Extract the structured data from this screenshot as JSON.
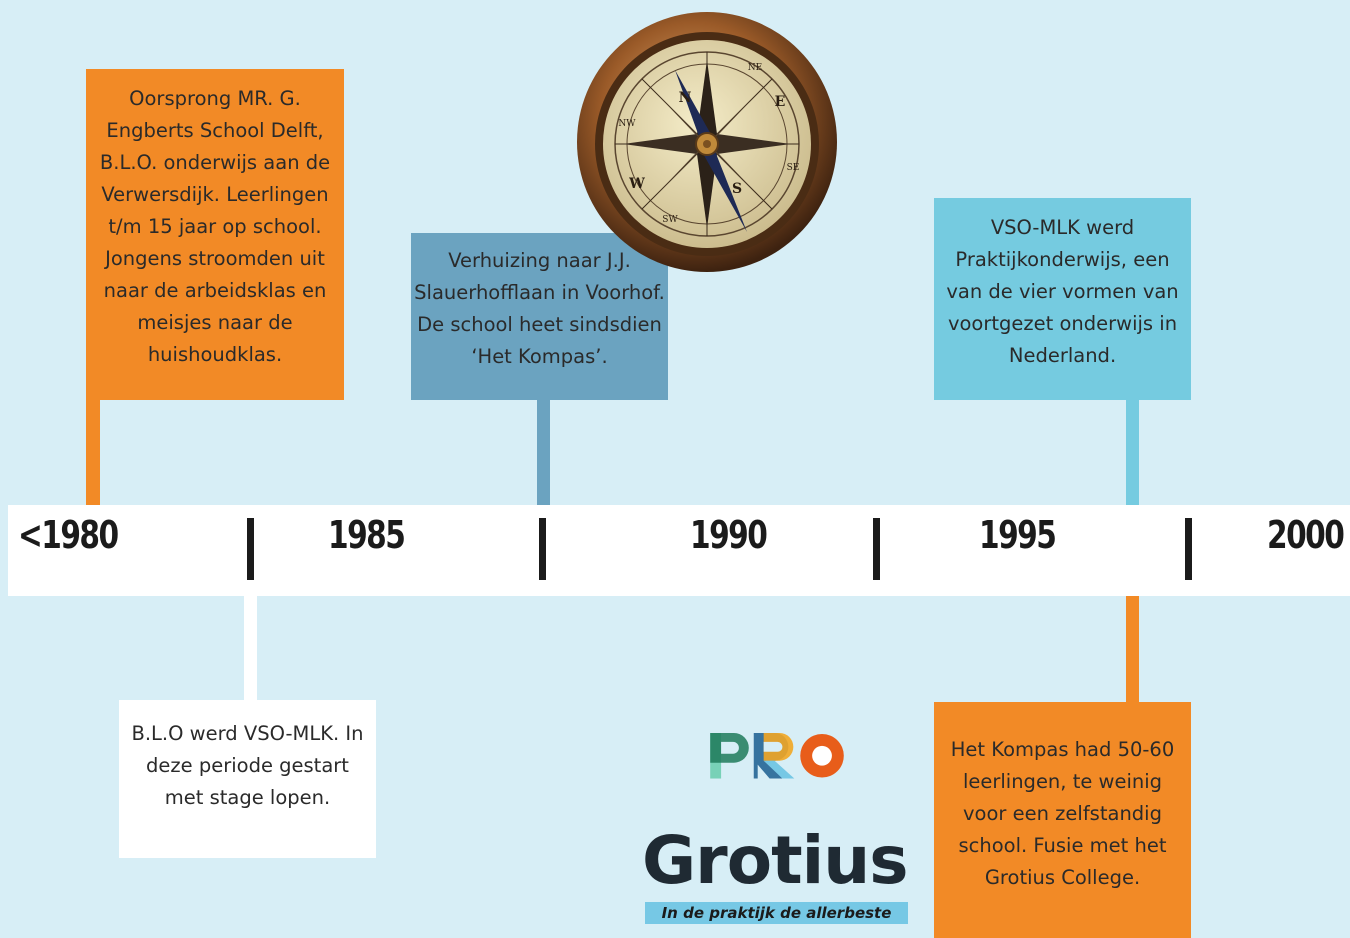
{
  "events": {
    "e1": "Oorsprong MR. G. Engberts School Delft, B.L.O. onderwijs aan de Verwersdijk. Leerlingen t/m 15 jaar op school. Jongens stroomden uit naar de arbeidsklas en meisjes naar de huishoudklas.",
    "e2": "Verhuizing naar J.J. Slauerhofflaan in Voorhof. De school heet sindsdien ‘Het Kompas’.",
    "e3": "VSO-MLK werd Praktijkonderwijs, een van de vier vormen van voortgezet onderwijs in Nederland.",
    "e4": "B.L.O werd VSO-MLK. In deze periode gestart met stage lopen.",
    "e5": "Het Kompas had 50-60 leerlingen, te weinig voor een zelfstandig school. Fusie met het Grotius College."
  },
  "timeline": {
    "years": [
      "<1980",
      "1985",
      "1990",
      "1995",
      "2000"
    ]
  },
  "logo": {
    "pro": "PRO",
    "grotius": "Grotius",
    "slogan": "In de praktijk de allerbeste"
  },
  "compass": {
    "labels": [
      "N",
      "E",
      "S",
      "W",
      "NE",
      "SE",
      "SW",
      "NW"
    ]
  },
  "colors": {
    "orange": "#f28a26",
    "blue": "#6ba3c0",
    "lightblue": "#75cbe0",
    "background": "#d7eef6"
  }
}
